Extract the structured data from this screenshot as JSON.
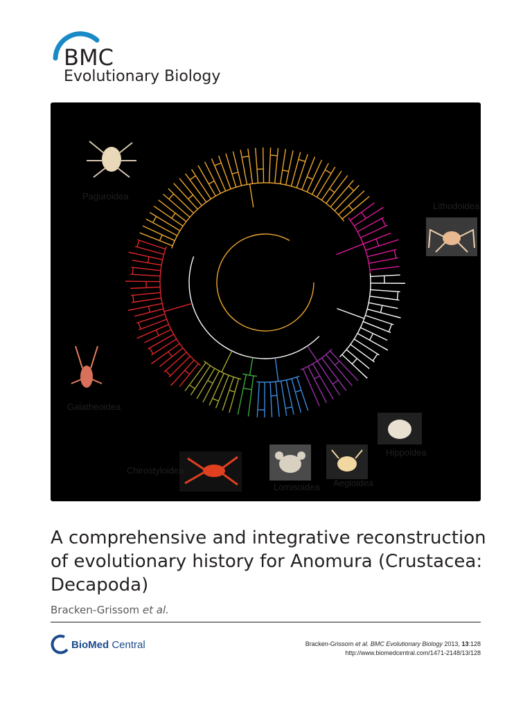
{
  "journal": {
    "logo_line1": "BMC",
    "logo_line2": "Evolutionary Biology",
    "accent_color": "#1a8ac6"
  },
  "figure": {
    "background": "#000000",
    "clades": [
      {
        "name": "Paguroidea",
        "color": "#f0a830"
      },
      {
        "name": "Lithodoidea",
        "color": "#e0189a"
      },
      {
        "name": "Galatheoidea",
        "color": "#e0262a"
      },
      {
        "name": "Chirostyloidea",
        "color": "#a8a830"
      },
      {
        "name": "Lomisoidea",
        "color": "#3caa3c"
      },
      {
        "name": "Aegloidea",
        "color": "#3c8ce0"
      },
      {
        "name": "Hippoidea",
        "color": "#9a30a8"
      }
    ]
  },
  "article": {
    "title": "A comprehensive and integrative reconstruction of evolutionary history for Anomura (Crustacea: Decapoda)",
    "authors": "Bracken-Grissom",
    "authors_suffix": "et al."
  },
  "publisher": {
    "name_bold": "BioMed",
    "name_rest": " Central"
  },
  "citation": {
    "authors": "Bracken-Grissom",
    "etal_journal": "et al. BMC Evolutionary Biology",
    "year": "2013,",
    "volume": "13",
    "article_no": ":128",
    "url": "http://www.biomedcentral.com/1471-2148/13/128"
  }
}
